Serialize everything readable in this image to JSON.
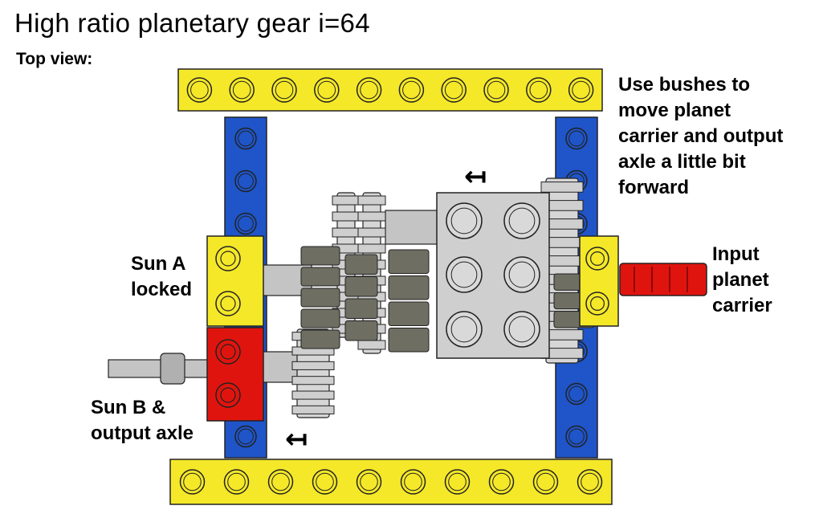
{
  "title": "High ratio planetary gear i=64",
  "subtitle": "Top view:",
  "notes": {
    "bushes": [
      "Use bushes to",
      "move planet",
      "carrier and output",
      "axle a little bit",
      "forward"
    ]
  },
  "labels": {
    "sun_a": [
      "Sun A",
      "locked"
    ],
    "input": [
      "Input",
      "planet",
      "carrier"
    ],
    "sun_b": [
      "Sun B &",
      "output axle"
    ]
  },
  "arrows": {
    "top": "↤",
    "bottom": "↤"
  },
  "colors": {
    "yellow": "#f5e829",
    "blue": "#1f55c8",
    "red": "#e0140e",
    "gray": "#c4c4c4",
    "dark_gray": "#6e6e62",
    "outline": "#222222"
  },
  "beams": {
    "top_beam_studs": 10,
    "bottom_beam_studs": 10,
    "side_beam_studs": 8
  }
}
